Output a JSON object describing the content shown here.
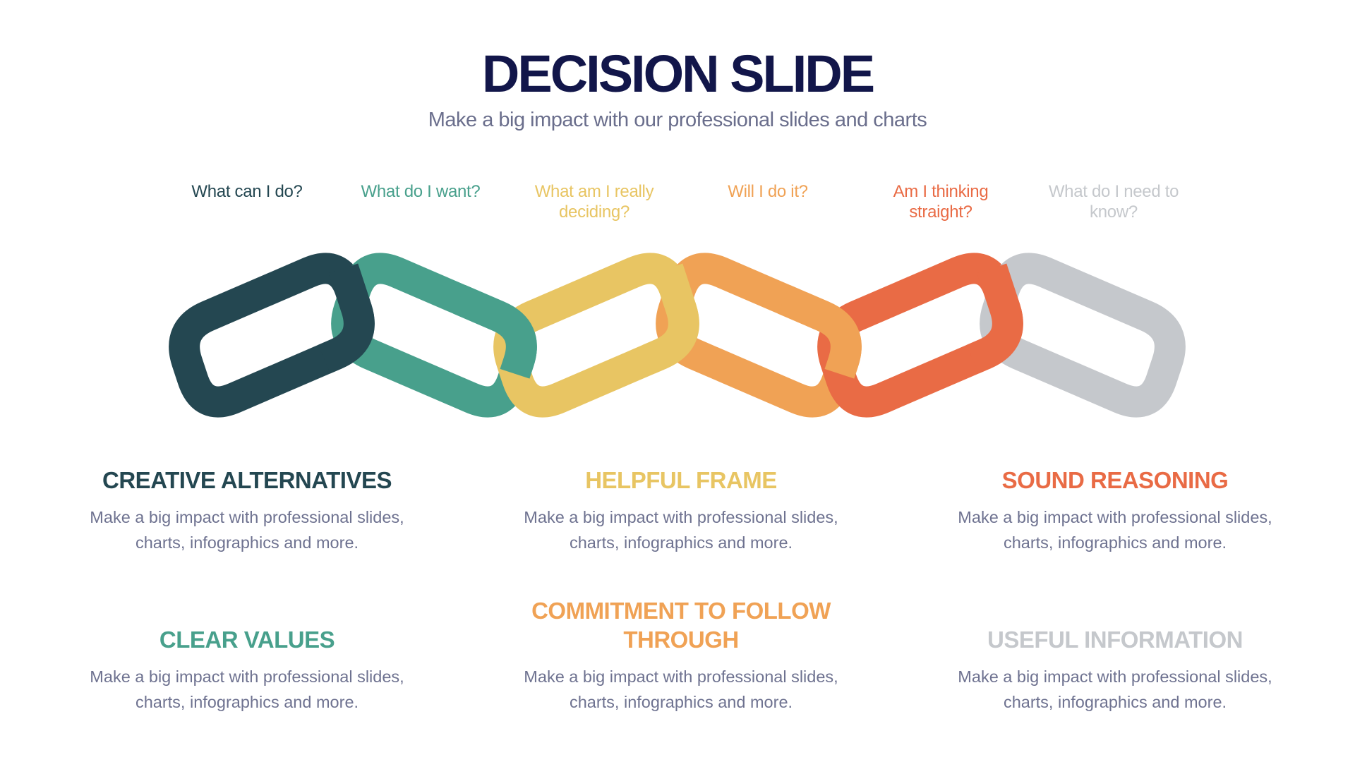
{
  "slide": {
    "title": "DECISION SLIDE",
    "subtitle": "Make a big impact with our professional slides and charts"
  },
  "colors": {
    "title": "#12164A",
    "subtitle": "#6A6E8C",
    "body": "#6E7290",
    "links": [
      "#244751",
      "#48A08C",
      "#E8C563",
      "#F0A255",
      "#E96B45",
      "#C5C8CC"
    ]
  },
  "questions": [
    {
      "text": "What can I do?",
      "color": "#244751"
    },
    {
      "text": "What do I want?",
      "color": "#48A08C"
    },
    {
      "text": "What am I really deciding?",
      "color": "#E8C563"
    },
    {
      "text": "Will I do it?",
      "color": "#F0A255"
    },
    {
      "text": "Am I thinking straight?",
      "color": "#E96B45"
    },
    {
      "text": "What do I need to know?",
      "color": "#C5C8CC"
    }
  ],
  "blocks": [
    {
      "heading": "CREATIVE ALTERNATIVES",
      "color": "#244751",
      "body": "Make a big impact with professional slides, charts, infographics and more."
    },
    {
      "heading": "HELPFUL FRAME",
      "color": "#E8C563",
      "body": "Make a big impact with professional slides, charts, infographics and more."
    },
    {
      "heading": "SOUND REASONING",
      "color": "#E96B45",
      "body": "Make a big impact with professional slides, charts, infographics and more."
    },
    {
      "heading": "CLEAR VALUES",
      "color": "#48A08C",
      "body": "Make a big impact with professional slides, charts, infographics and more."
    },
    {
      "heading": "COMMITMENT TO FOLLOW THROUGH",
      "color": "#F0A255",
      "body": "Make a big impact with professional slides, charts, infographics and more."
    },
    {
      "heading": "USEFUL INFORMATION",
      "color": "#C5C8CC",
      "body": "Make a big impact with professional slides, charts, infographics and more."
    }
  ]
}
